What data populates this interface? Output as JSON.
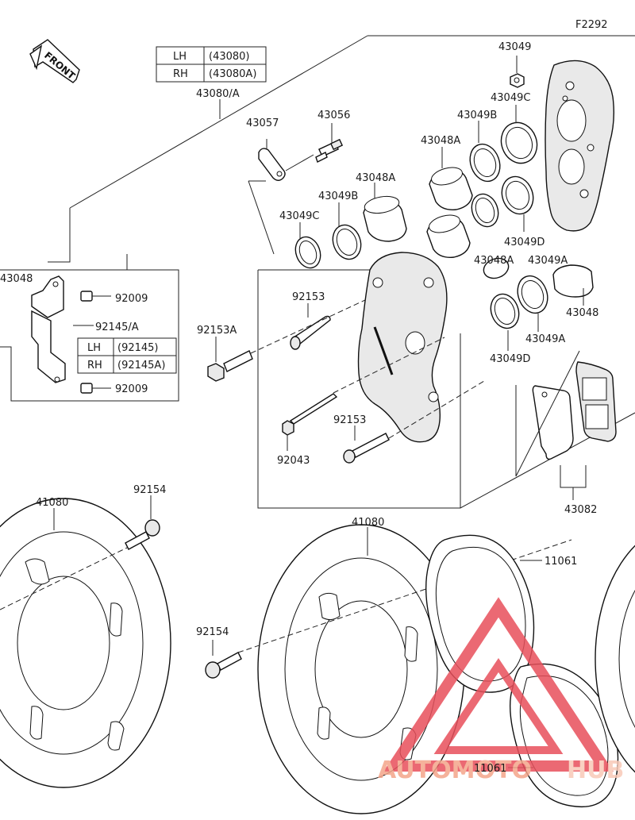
{
  "figure_code": "F2292",
  "front_label": "FRONT",
  "parts": {
    "p43049": "43049",
    "p43049C_top": "43049C",
    "p43049B_top": "43049B",
    "p43048A_top": "43048A",
    "p43056": "43056",
    "p43057": "43057",
    "p43080A": "43080/A",
    "p43048A_mid": "43048A",
    "p43049B_mid": "43049B",
    "p43049C_mid": "43049C",
    "p43049D_top": "43049D",
    "p43049A_top": "43049A",
    "p43048A_cut": "43048A",
    "p43048_left": "43048",
    "p92009_top": "92009",
    "p92145A": "92145/A",
    "p92009_bot": "92009",
    "p92153_top": "92153",
    "p92153A": "92153A",
    "p43048_right": "43048",
    "p43049A_low": "43049A",
    "p43049D_low": "43049D",
    "p92153_low": "92153",
    "p92043": "92043",
    "p43082": "43082",
    "p41080_left": "41080",
    "p92154_top": "92154",
    "p41080_mid": "41080",
    "p11061_top": "11061",
    "p92154_low": "92154",
    "p11061_low": "11061"
  },
  "caliper_table": [
    {
      "side": "LH",
      "code": "(43080)"
    },
    {
      "side": "RH",
      "code": "(43080A)"
    }
  ],
  "bracket_table": [
    {
      "side": "LH",
      "code": "(92145)"
    },
    {
      "side": "RH",
      "code": "(92145A)"
    }
  ],
  "watermark": {
    "part1": "AUTOMOTO",
    "part2": "HUB",
    "color1": "#f4a58a",
    "color2": "#f8c9b8"
  },
  "colors": {
    "line": "#222222",
    "watermark_red": "#e8505b"
  }
}
